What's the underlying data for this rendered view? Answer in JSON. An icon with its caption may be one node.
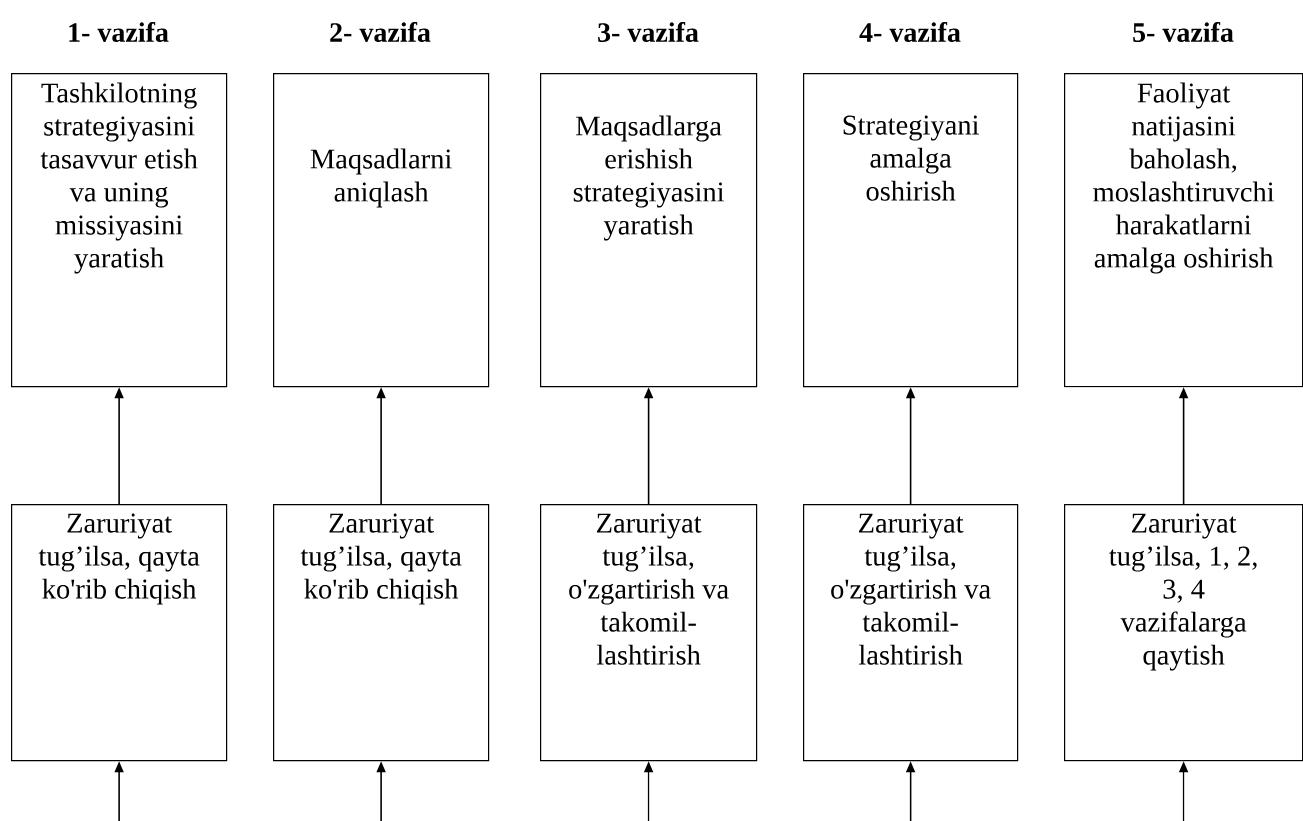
{
  "diagram": {
    "nodes": [
      {
        "text": [
          "1- vazifa",
          "Tashkilotning strategiyasini tasavvur etish va uning missiyasini yaratish"
        ]
      },
      {
        "text": [
          "2- vazifa",
          "Maqsadlarni aniqlash"
        ]
      },
      {
        "text": [
          "3- vazifa",
          "Maqsadlarga erishish strategiyasini yaratish"
        ]
      },
      {
        "text": [
          "4- vazifa",
          "Strategiyani amalga oshirish"
        ]
      },
      {
        "text": [
          "5- vazifa",
          "Faoliyat natijasini baholash, moslashtiruvchi harakatlarni amalga oshirish"
        ]
      },
      {
        "text": [
          "Zaruriyat tug’ilsa, qayta ko'rib chiqish"
        ]
      },
      {
        "text": [
          "Zaruriyat tug’ilsa, qayta ko'rib chiqish"
        ]
      },
      {
        "text": [
          "Zaruriyat tug’ilsa, o'zgartirish va takomil- lashtirish"
        ]
      },
      {
        "text": [
          "Zaruriyat tug’ilsa, o'zgartirish va takomil- lashtirish"
        ]
      },
      {
        "text": [
          "Zaruriyat tug’ilsa, 1, 2, 3, 4 vazifalarga qaytish"
        ]
      }
    ],
    "edges": [
      {
        "from": 5,
        "to": 0,
        "arrow": "to"
      },
      {
        "from": 6,
        "to": 1,
        "arrow": "to"
      },
      {
        "from": 7,
        "to": 2,
        "arrow": "to"
      },
      {
        "from": 8,
        "to": 3,
        "arrow": "to"
      },
      {
        "from": 9,
        "to": 4,
        "arrow": "to"
      },
      {
        "from": null,
        "to": 5,
        "arrow": "to"
      },
      {
        "from": null,
        "to": 6,
        "arrow": "to"
      },
      {
        "from": null,
        "to": 7,
        "arrow": "to"
      },
      {
        "from": null,
        "to": 8,
        "arrow": "to"
      },
      {
        "from": null,
        "to": 9,
        "arrow": "to"
      }
    ]
  }
}
